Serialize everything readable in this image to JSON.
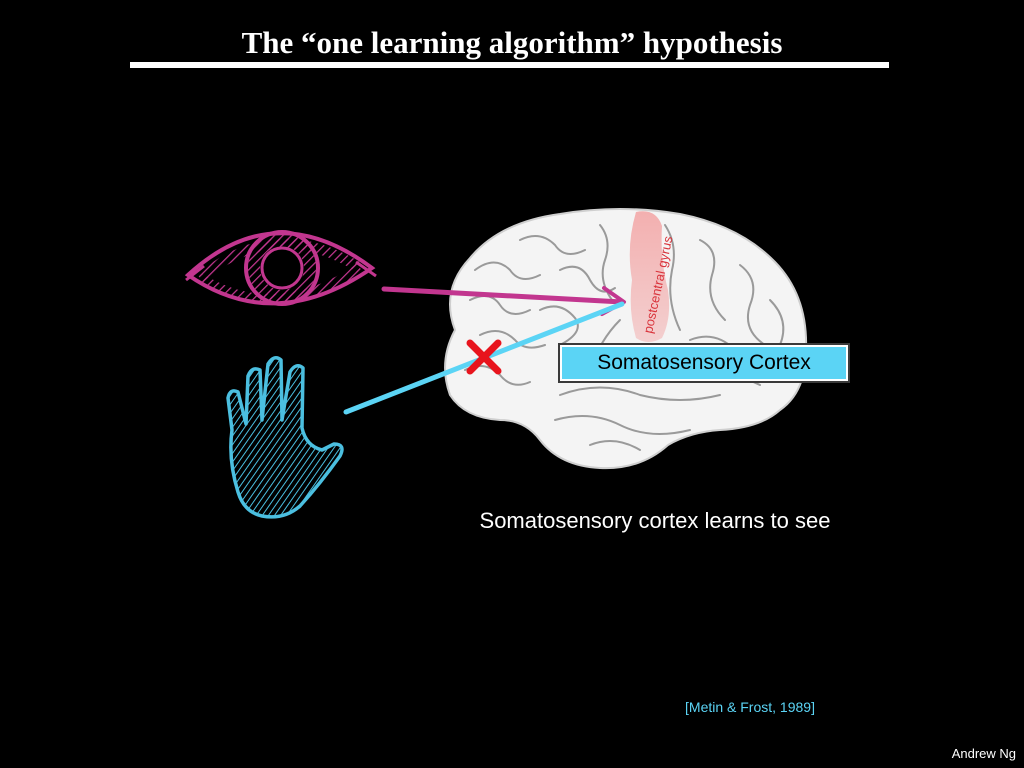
{
  "slide": {
    "title": "The “one learning algorithm” hypothesis",
    "caption": "Somatosensory cortex learns to see",
    "citation": "[Metin & Frost, 1989]",
    "author": "Andrew Ng"
  },
  "figure": {
    "brain_label": "Somatosensory Cortex",
    "gyrus_label": "postcentral gyrus",
    "icons": [
      "eye-icon",
      "hand-icon",
      "brain-icon",
      "red-x-icon"
    ]
  },
  "colors": {
    "eye": "#c2368f",
    "hand": "#4bbfe0",
    "arrow_eye": "#c2368f",
    "arrow_hand": "#5bd4f5",
    "cross": "#e8141d",
    "label_bg": "#5bd4f5",
    "gyrus": "#f28b8b",
    "citation": "#5bd4f5"
  }
}
